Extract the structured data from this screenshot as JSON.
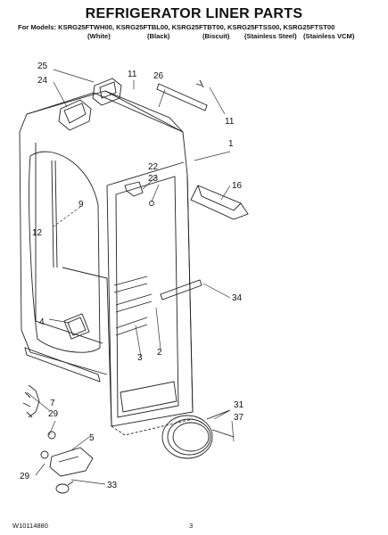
{
  "header": {
    "title": "REFRIGERATOR LINER PARTS",
    "models_line": "For Models: KSRG25FTWH00, KSRG25FTBL00, KSRG25FTBT00, KSRG25FTSS00, KSRG25FTST00",
    "colors": [
      "(White)",
      "(Black)",
      "(Biscuit)",
      "(Stainless Steel)",
      "(Stainless VCM)"
    ]
  },
  "callouts": [
    "25",
    "24",
    "11",
    "26",
    "11",
    "1",
    "22",
    "23",
    "16",
    "9",
    "12",
    "34",
    "4",
    "3",
    "2",
    "7",
    "29",
    "5",
    "31",
    "37",
    "29",
    "33"
  ],
  "footer": {
    "part_number": "W10114880",
    "page_number": "3"
  }
}
